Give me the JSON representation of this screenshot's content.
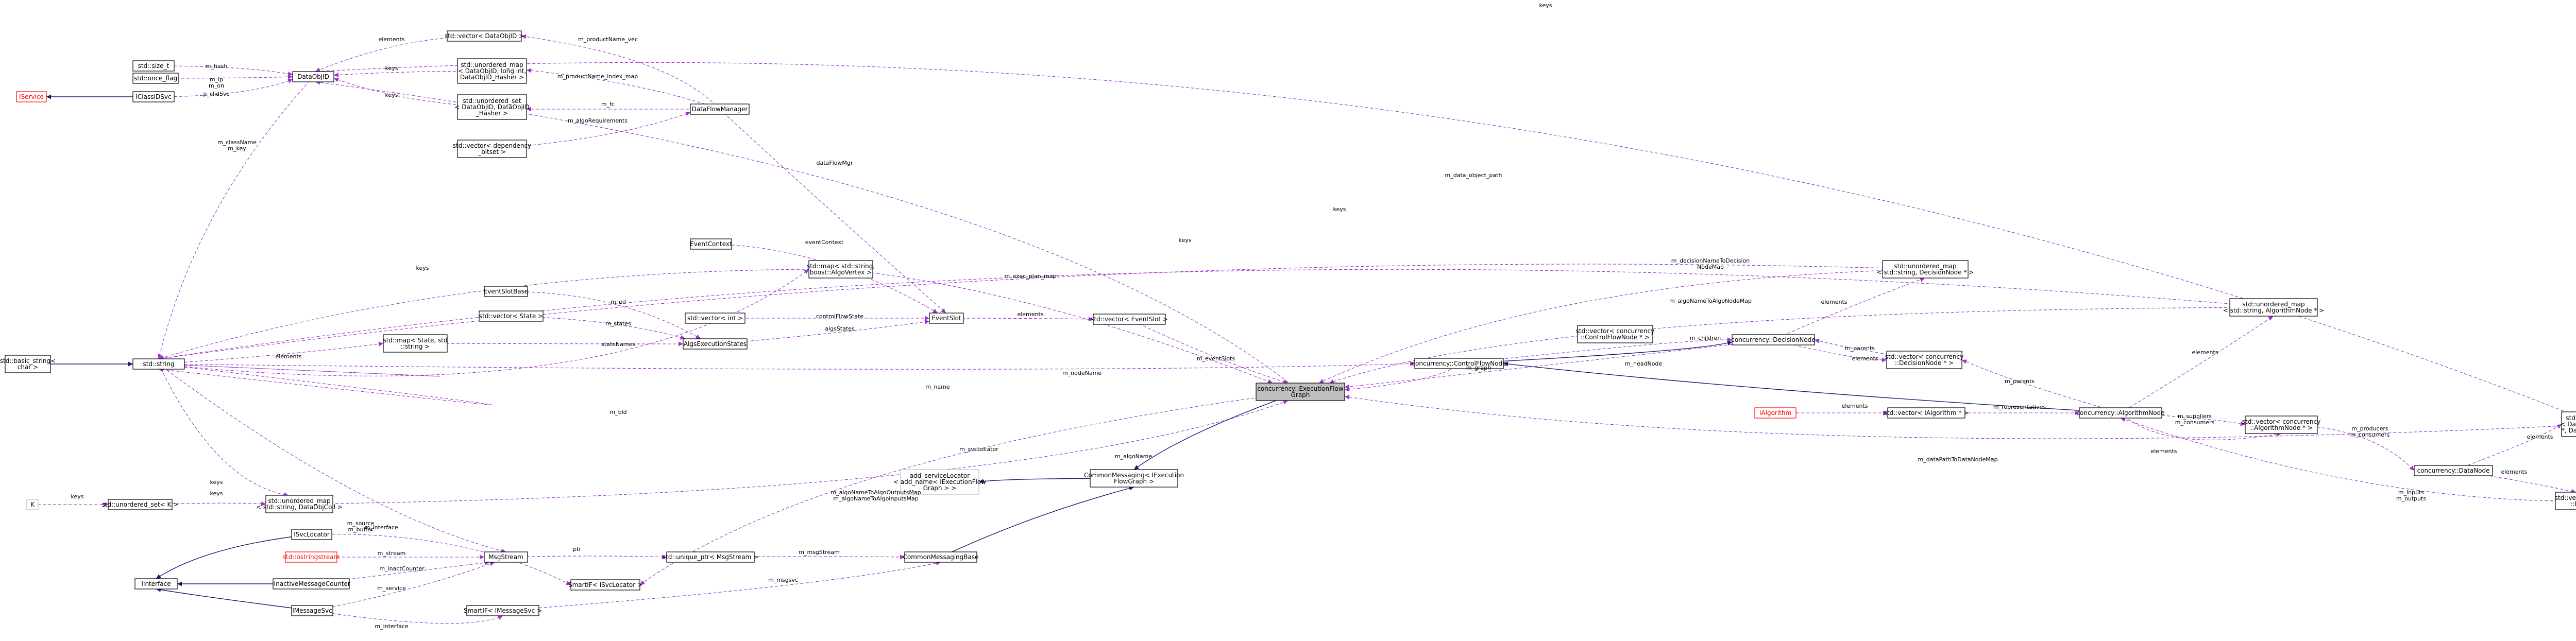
{
  "nodes": {
    "std_size_t": [
      "std::size_t"
    ],
    "std_once_flag": [
      "std::once_flag"
    ],
    "iservice": [
      "IService"
    ],
    "iclassidsvc": [
      "IClassIDSvc"
    ],
    "dataobjid": [
      "DataObjID"
    ],
    "vec_dataobjid": [
      "std::vector< DataObjID >"
    ],
    "umap_dataobjid": [
      "std::unordered_map",
      "< DataObjID, long int,",
      "DataObjID_Hasher >"
    ],
    "uset_dataobjid": [
      "std::unordered_set",
      "< DataObjID, DataObjID",
      "_Hasher >"
    ],
    "dataflowmanager": [
      "DataFlowManager"
    ],
    "vec_dependency": [
      "std::vector< dependency",
      "_bitset >"
    ],
    "eventslotbase": [
      "EventSlotBase"
    ],
    "eventcontext": [
      "EventContext"
    ],
    "vec_state": [
      "std::vector< State >"
    ],
    "vec_int": [
      "std::vector< int >"
    ],
    "map_state_string": [
      "std::map< State, std",
      "::string >"
    ],
    "algoexecstates": [
      "AlgsExecutionStates"
    ],
    "eventslot": [
      "EventSlot"
    ],
    "map_string_bool": [
      "std::map< std::string,",
      "boost::AlgoVertex >"
    ],
    "vec_eventslot": [
      "std::vector< EventSlot >"
    ],
    "std_basic_string": [
      "std::basic_string<",
      "char >"
    ],
    "std_string": [
      "std::string"
    ],
    "umap_string_datacoll": [
      "std::unordered_map",
      "< std::string, DataObjColl >"
    ],
    "uset_k": [
      "std::unordered_set< K >"
    ],
    "k": [
      "K"
    ],
    "isvclocator": [
      "ISvcLocator"
    ],
    "std_ostringstream": [
      "std::ostringstream"
    ],
    "iinactivemsgcounter": [
      "IInactiveMessageCounter"
    ],
    "iinterface": [
      "IInterface"
    ],
    "imessagesvc": [
      "IMessageSvc"
    ],
    "msgstream": [
      "MsgStream"
    ],
    "smartif_svclocator": [
      "SmartIF< ISvcLocator >"
    ],
    "smartif_messagesvc": [
      "SmartIF< IMessageSvc >"
    ],
    "unique_ptr_msgstream": [
      "std::unique_ptr< MsgStream >"
    ],
    "commonmessagingbase": [
      "CommonMessagingBase"
    ],
    "commonmessaging": [
      "CommonMessaging< IExecution",
      "FlowGraph >"
    ],
    "add_svclocator": [
      "add_serviceLocator",
      "< add_name< IExecutionFlow",
      "Graph > >"
    ],
    "executionflowgraph": [
      "concurrency::ExecutionFlow",
      "Graph"
    ],
    "controlflownode": [
      "concurrency::ControlFlowNode"
    ],
    "vec_controlflownode": [
      "std::vector< concurrency",
      "::ControlFlowNode * >"
    ],
    "decisionnode": [
      "concurrency::DecisionNode"
    ],
    "umap_decisionnode": [
      "std::unordered_map",
      "< std::string, DecisionNode * >"
    ],
    "vec_decisionnode": [
      "std::vector< concurrency",
      "::DecisionNode * >"
    ],
    "umap_algorithmnode": [
      "std::unordered_map",
      "< std::string, AlgorithmNode * >"
    ],
    "ialgorithm": [
      "IAlgorithm"
    ],
    "vec_ialgorithm": [
      "std::vector< IAlgorithm * >"
    ],
    "algorithmnode": [
      "concurrency::AlgorithmNode"
    ],
    "vec_algorithmnode": [
      "std::vector< concurrency",
      "::AlgorithmNode * >"
    ],
    "datanode": [
      "concurrency::DataNode"
    ],
    "umap_datanode": [
      "std::unordered_map",
      "< DataObjID, DataNode",
      "*, DataObjID_Hasher >"
    ],
    "vec_datanode": [
      "std::vector< concurrency",
      "::DataNode * >"
    ]
  },
  "edge_labels": {
    "size_t_dataobjid": [
      "m_hash"
    ],
    "once_dataobjid": [
      "m_ip",
      "m_on"
    ],
    "classidsvc_dataobjid": [
      "p_clidSvc"
    ],
    "vecdataobj_dataobj": [
      "elements"
    ],
    "umapdataobj_dataobj": [
      "keys"
    ],
    "usetdataobj_dataobj": [
      "keys"
    ],
    "dfm_vec": [
      "m_productName_vec"
    ],
    "dfm_umap": [
      "m_productName_index_map"
    ],
    "dfm_uset": [
      "m_fc"
    ],
    "dep_dfm": [
      "m_algoRequirements"
    ],
    "dataobjid_string": [
      "m_className",
      "m_key"
    ],
    "dfm_eventslot": [
      "dataFlowMgr"
    ],
    "efg_dataobjid": [
      "m_data_object_path"
    ],
    "umapdatanode_dataobjid": [
      "keys"
    ],
    "umapalgnode_string": [
      "keys"
    ],
    "umapdecnode_string": [
      "keys"
    ],
    "mapstring_string": [
      "keys"
    ],
    "slotbase_eventslot": [
      "m_ed"
    ],
    "context_eventslot": [
      "eventContext"
    ],
    "vecstate_algostates": [
      "m_states"
    ],
    "vecint_eventslot": [
      "controlFlowState"
    ],
    "mapstate_algostates": [
      "stateNames"
    ],
    "string_mapstate": [
      "elements"
    ],
    "algostates_eventslot": [
      "algsStates"
    ],
    "eventslot_vec": [
      "elements"
    ],
    "vec_efg": [
      "m_eventSlots"
    ],
    "mapbool_efg": [
      "m_exec_plan_map"
    ],
    "umapdec_efg": [
      "m_decisionNameToDecision",
      "NodeMap"
    ],
    "umapalg_efg": [
      "m_algoNameToAlgoNodeMap"
    ],
    "string_algostates": [
      "m_name"
    ],
    "string_cfn": [
      "m_nodeName"
    ],
    "string_msgstream": [
      "m_source",
      "m_buffer"
    ],
    "cfn_dec": [
      "m_children"
    ],
    "vecdec_dec": [
      "m_parents"
    ],
    "dec_vecdec": [
      "elements"
    ],
    "alg_vecdec": [
      "m_parents"
    ],
    "dec_umapdec": [
      "elements"
    ],
    "alg_umapalg": [
      "elements"
    ],
    "ialg_vec": [
      "elements"
    ],
    "vecialg_alg": [
      "m_representatives"
    ],
    "vecalgnode_datanode": [
      "m_producers",
      "m_consumers"
    ],
    "alg_vecalgnode": [
      "m_suppliers",
      "m_consumers"
    ],
    "datanode_umap": [
      "elements"
    ],
    "datanode_vec": [
      "elements"
    ],
    "vecdatanode_alg": [
      "m_inputs",
      "m_outputs"
    ],
    "alg_vecalg": [
      "elements"
    ],
    "dec_efg": [
      "m_headNode"
    ],
    "efg_graph": [
      "m_graph"
    ],
    "umapdatanode_efg": [
      "m_dataPathToDataNodeMap"
    ],
    "smartifsvc_efg": [
      "m_svcLocator"
    ],
    "umapcoll_efg": [
      "m_algoNameToAlgoOutputsMap",
      "m_algoNameToAlgoInputsMap"
    ],
    "string_efg": [
      "m_algoName"
    ],
    "uset_k_umap": [
      "keys"
    ],
    "string_umap_coll": [
      "keys"
    ],
    "k_uset": [
      "keys"
    ],
    "isvc_smartif": [
      "m_interface"
    ],
    "ostring_msgstream": [
      "m_stream"
    ],
    "inactive_msgstream": [
      "m_inactCounter"
    ],
    "imsg_msgstream": [
      "m_service"
    ],
    "msgstream_ptr": [
      "ptr"
    ],
    "ptr_base": [
      "m_msgStream"
    ],
    "smartifmsg_base": [
      "m_msgsvc"
    ],
    "imsg_smartif": [
      "m_interface"
    ],
    "string_umap_data": [
      "m_bld"
    ],
    "top_keys": [
      "keys"
    ],
    "mid_keys": [
      "keys"
    ]
  },
  "colors": {
    "inheritance": "#191970",
    "usage": "#9a32cd",
    "focus_fill": "#bfbfbf",
    "missing_border": "#ff0000",
    "undocumented_border": "#bfbfbf"
  }
}
